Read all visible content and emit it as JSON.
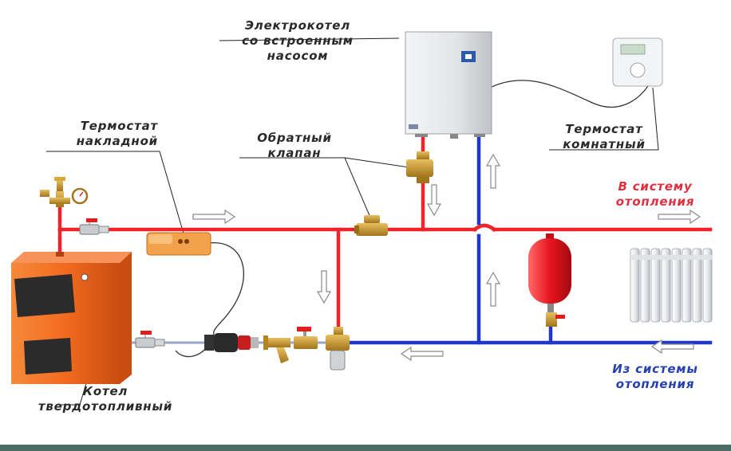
{
  "labels": {
    "electric_boiler": [
      "Электрокотел",
      "со встроенным",
      "насосом"
    ],
    "strap_on_thermostat": [
      "Термостат",
      "накладной"
    ],
    "check_valve": [
      "Обратный",
      "клапан"
    ],
    "room_thermostat": [
      "Термостат",
      "комнатный"
    ],
    "to_heating": [
      "В систему",
      "отопления"
    ],
    "from_heating": [
      "Из системы",
      "отопления"
    ],
    "solid_fuel_boiler": [
      "Котел",
      "твердотопливный"
    ]
  },
  "colors": {
    "supply_pipe": "#f0222c",
    "return_pipe": "#2038c8",
    "solid_fuel_boiler_body": "#f26a1f",
    "expansion_tank": "#e8141e",
    "electric_boiler_body": "#e6e8ea",
    "brass_fittings": "#c8962a",
    "callout_lines": "#222222"
  },
  "icons": {
    "flow_arrows": "hollow-arrow-icon",
    "radiator": "radiator-icon",
    "pump": "circulation-pump-icon",
    "filter": "strainer-filter-icon",
    "valves": "ball-valve-icon",
    "safety_group": "safety-group-icon",
    "mixing_valve": "three-way-valve-icon"
  }
}
